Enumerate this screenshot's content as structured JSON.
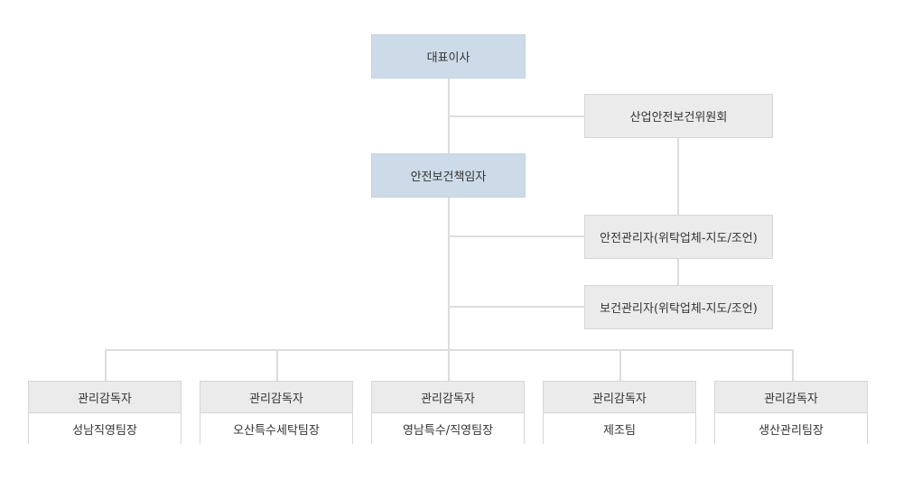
{
  "nodes": {
    "ceo": "대표이사",
    "committee": "산업안전보건위원회",
    "safety_officer": "안전보건책임자",
    "safety_manager": "안전관리자(위탁업체-지도/조언)",
    "health_manager": "보건관리자(위탁업체-지도/조언)"
  },
  "teams": [
    {
      "role": "관리감독자",
      "name": "성남직영팀장"
    },
    {
      "role": "관리감독자",
      "name": "오산특수세탁팀장"
    },
    {
      "role": "관리감독자",
      "name": "영남특수/직영팀장"
    },
    {
      "role": "관리감독자",
      "name": "제조팀"
    },
    {
      "role": "관리감독자",
      "name": "생산관리팀장"
    }
  ]
}
